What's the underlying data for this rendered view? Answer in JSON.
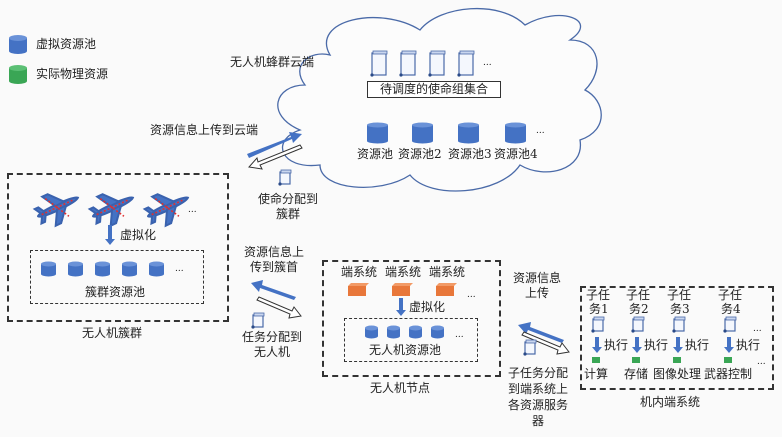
{
  "legend": {
    "items": [
      {
        "icon": "cylinder-icon",
        "color": "#4472c4",
        "label": "虚拟资源池"
      },
      {
        "icon": "cylinder-icon",
        "color": "#3aa655",
        "label": "实际物理资源"
      }
    ]
  },
  "cloud": {
    "title": "无人机蜂群云端",
    "mission_set_label": "待调度的使命组集合",
    "mission_docs_count": 4,
    "pools": [
      "资源池",
      "资源池2",
      "资源池3",
      "资源池4"
    ],
    "ellipsis": "..."
  },
  "arrows": {
    "cluster_to_cloud": "资源信息上传到云端",
    "cloud_to_cluster": [
      "使命分配到",
      "簇群"
    ],
    "uav_to_cluster": [
      "资源信息上",
      "传到簇首"
    ],
    "cluster_to_uav": [
      "任务分配到",
      "无人机"
    ],
    "endsys_to_uav": [
      "资源信息",
      "上传"
    ],
    "uav_to_endsys": [
      "子任务分配",
      "到端系统上",
      "各资源服务",
      "器"
    ]
  },
  "cluster": {
    "title": "无人机簇群",
    "virtualize_label": "虚拟化",
    "pool_label": "簇群资源池",
    "uav_count": 3,
    "pool_count": 5,
    "ellipsis": "..."
  },
  "uav_node": {
    "title": "无人机节点",
    "end_systems": [
      "端系统",
      "端系统",
      "端系统"
    ],
    "virtualize_label": "虚拟化",
    "pool_label": "无人机资源池",
    "pool_count": 4,
    "ellipsis": "..."
  },
  "onboard": {
    "title": "机内端系统",
    "subtasks": [
      {
        "name": [
          "子任",
          "务1"
        ],
        "exec": "执行",
        "resource": "计算"
      },
      {
        "name": [
          "子任",
          "务2"
        ],
        "exec": "执行",
        "resource": "存储"
      },
      {
        "name": [
          "子任",
          "务3"
        ],
        "exec": "执行",
        "resource": "图像处理"
      },
      {
        "name": [
          "子任",
          "务4"
        ],
        "exec": "执行",
        "resource": "武器控制"
      }
    ],
    "ellipsis": "..."
  },
  "colors": {
    "virtual_pool": "#4472c4",
    "physical": "#3aa655",
    "end_system": "#e8773a",
    "uav_red": "#e03030",
    "cloud_stroke": "#4a6aa8"
  }
}
